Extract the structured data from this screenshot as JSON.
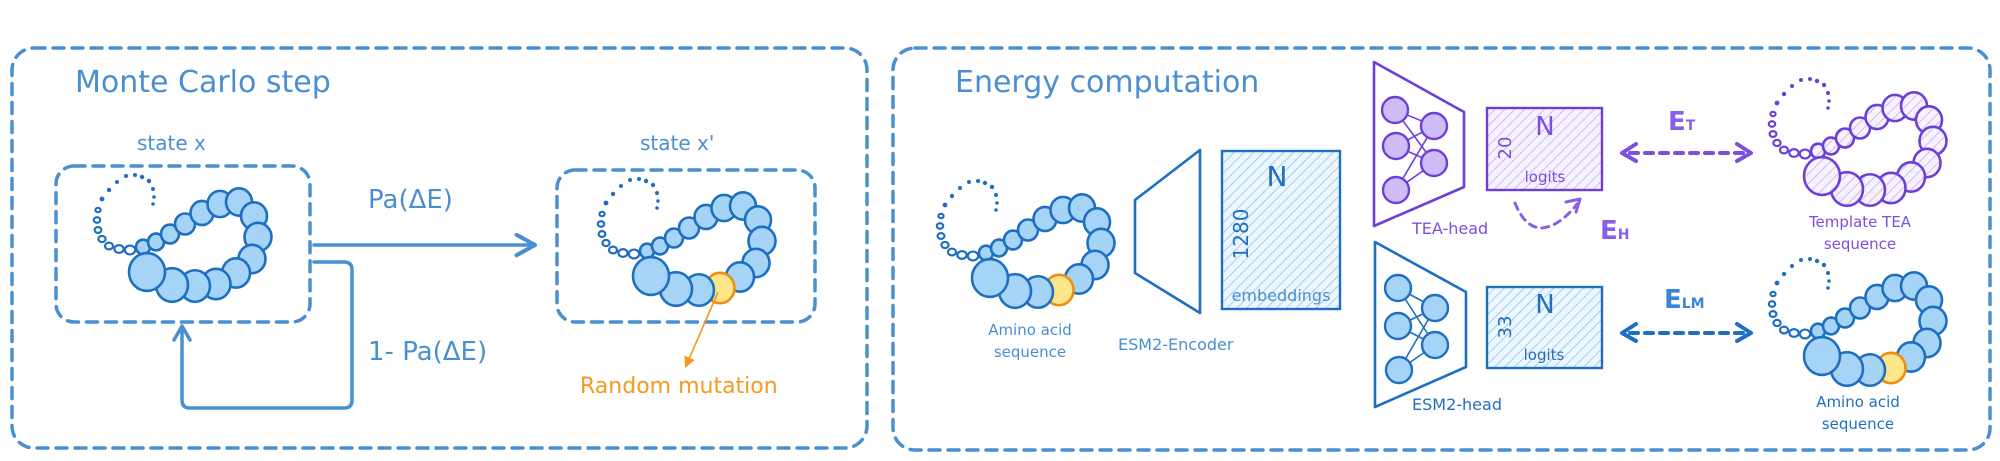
{
  "monte_carlo": {
    "title": "Monte Carlo step",
    "state_x_label": "state x",
    "state_x_prime_label": "state x'",
    "accept_label": "Pa(ΔE)",
    "reject_label": "1- Pa(ΔE)",
    "mutation_label": "Random mutation"
  },
  "energy": {
    "title": "Energy computation",
    "input_label_line1": "Amino acid",
    "input_label_line2": "sequence",
    "encoder_label": "ESM2-Encoder",
    "embeddings": {
      "n_label": "N",
      "dim_label": "1280",
      "name_label": "embeddings"
    },
    "tea_head": {
      "label": "TEA-head",
      "logits_n": "N",
      "logits_dim": "20",
      "logits_label": "logits"
    },
    "esm2_head": {
      "label": "ESM2-head",
      "logits_n": "N",
      "logits_dim": "33",
      "logits_label": "logits"
    },
    "energy_terms": {
      "template": {
        "main": "E",
        "sub": "T"
      },
      "entropy": {
        "main": "E",
        "sub": "H"
      },
      "language_model": {
        "main": "E",
        "sub": "LM"
      }
    },
    "template_label_line1": "Template TEA",
    "template_label_line2": "sequence",
    "target_label_line1": "Amino acid",
    "target_label_line2": "sequence"
  },
  "colors": {
    "frame_blue": "#4a8fd0",
    "stroke_blue": "#1e6fc1",
    "bead_fill": "#a5d4f7",
    "purple": "#6d3fd8",
    "purple_fill": "#cdbcf5",
    "mutation_orange": "#f08c10",
    "mutation_fill": "#fde68a"
  },
  "icons": {
    "protein_chain": "protein-chain-icon",
    "neural_net": "neural-network-icon",
    "encoder": "encoder-trapezoid-icon"
  }
}
